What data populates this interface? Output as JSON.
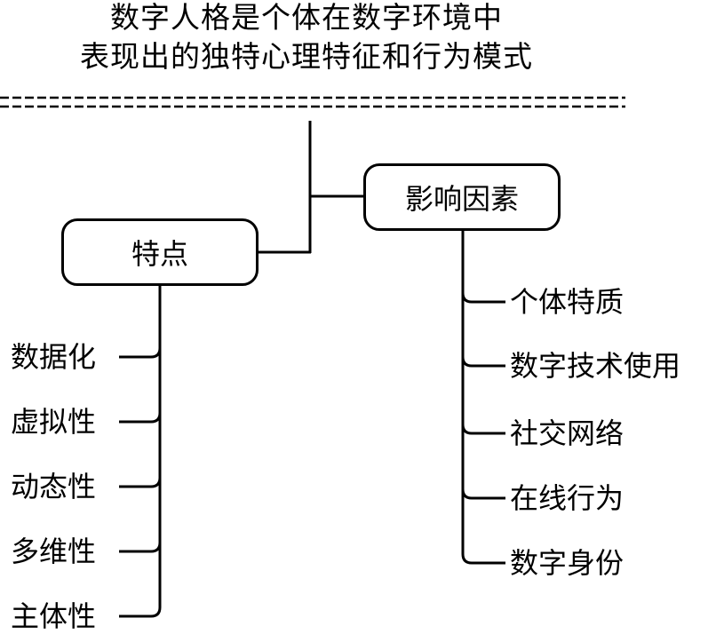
{
  "title": {
    "line1": "数字人格是个体在数字环境中",
    "line2": "表现出的独特心理特征和行为模式"
  },
  "branches": {
    "characteristics": {
      "label": "特点",
      "items": [
        "数据化",
        "虚拟性",
        "动态性",
        "多维性",
        "主体性"
      ]
    },
    "factors": {
      "label": "影响因素",
      "items": [
        "个体特质",
        "数字技术使用",
        "社交网络",
        "在线行为",
        "数字身份"
      ]
    }
  }
}
